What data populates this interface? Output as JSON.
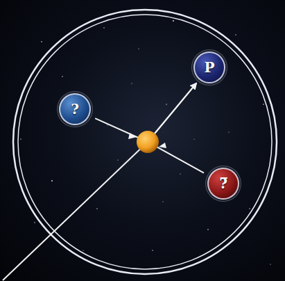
{
  "diagram": {
    "nodes": [
      {
        "text": [
          "P"
        ]
      },
      {
        "text": [
          "?"
        ]
      },
      {
        "text": [
          "?̅"
        ]
      }
    ],
    "edges": [
      {
        "from": 1,
        "to": 0,
        "arrow": "to"
      },
      {
        "from": 2,
        "to": 0,
        "arrow": "to"
      }
    ]
  }
}
